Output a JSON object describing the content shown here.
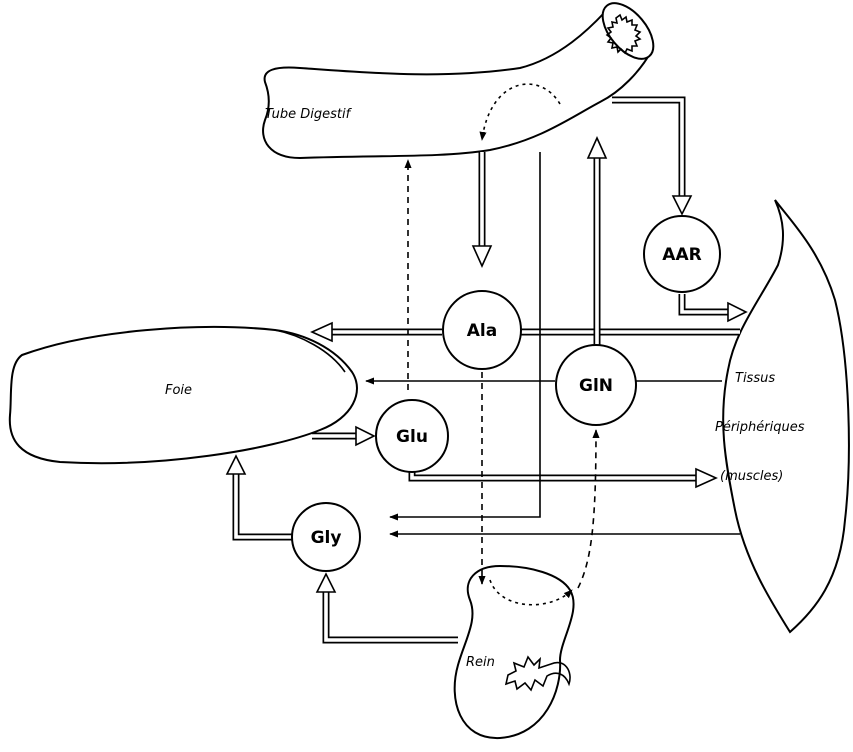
{
  "organs": {
    "tube_digestif": "Tube Digestif",
    "foie": "Foie",
    "tissus_line1": "Tissus",
    "tissus_line2": "Périphériques",
    "tissus_line3": "(muscles)",
    "rein": "Rein"
  },
  "nodes": {
    "aar": "AAR",
    "ala": "Ala",
    "gln": "GlN",
    "glu": "Glu",
    "gly": "Gly"
  }
}
